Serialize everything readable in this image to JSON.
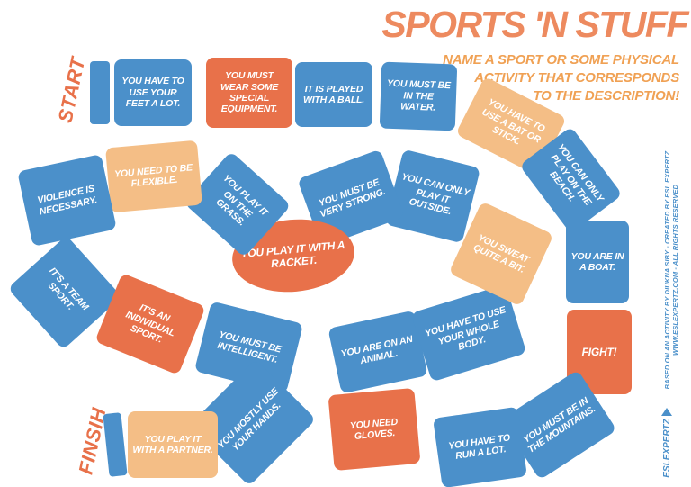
{
  "header": {
    "title": "SPORTS 'N STUFF",
    "subtitle": "NAME A SPORT OR SOME PHYSICAL\nACTIVITY THAT CORRESPONDS\nTO THE DESCRIPTION!"
  },
  "board": {
    "start_label": "START",
    "finish_label": "FINSIH",
    "tiles": [
      {
        "label": "YOU HAVE TO USE YOUR FEET A LOT.",
        "color": "blue"
      },
      {
        "label": "YOU MUST WEAR SOME SPECIAL EQUIPMENT.",
        "color": "orange"
      },
      {
        "label": "IT IS PLAYED WITH A BALL.",
        "color": "blue"
      },
      {
        "label": "YOU MUST BE IN THE WATER.",
        "color": "blue"
      },
      {
        "label": "YOU HAVE TO USE A BAT OR STICK.",
        "color": "peach"
      },
      {
        "label": "YOU CAN ONLY PLAY ON THE BEACH.",
        "color": "blue"
      },
      {
        "label": "YOU ARE IN A BOAT.",
        "color": "blue"
      },
      {
        "label": "FIGHT!",
        "color": "orange"
      },
      {
        "label": "YOU MUST BE IN THE MOUNTAINS.",
        "color": "blue"
      },
      {
        "label": "YOU HAVE TO RUN A LOT.",
        "color": "blue"
      },
      {
        "label": "YOU NEED GLOVES.",
        "color": "orange"
      },
      {
        "label": "YOU ARE ON AN ANIMAL.",
        "color": "blue"
      },
      {
        "label": "YOU HAVE TO USE YOUR WHOLE BODY.",
        "color": "blue"
      },
      {
        "label": "YOU SWEAT QUITE A BIT.",
        "color": "peach"
      },
      {
        "label": "YOU CAN ONLY PLAY IT OUTSIDE.",
        "color": "blue"
      },
      {
        "label": "YOU MUST BE VERY STRONG.",
        "color": "blue"
      },
      {
        "label": "YOU PLAY IT WITH A RACKET.",
        "color": "orange"
      },
      {
        "label": "YOU PLAY IT ON THE GRASS.",
        "color": "blue"
      },
      {
        "label": "YOU NEED TO BE FLEXIBLE.",
        "color": "peach"
      },
      {
        "label": "VIOLENCE IS NECESSARY.",
        "color": "blue"
      },
      {
        "label": "IT'S A TEAM SPORT.",
        "color": "blue"
      },
      {
        "label": "IT'S AN INDIVIDUAL SPORT.",
        "color": "orange"
      },
      {
        "label": "YOU MUST BE INTELLIGENT.",
        "color": "blue"
      },
      {
        "label": "YOU MOSTLY USE YOUR HANDS.",
        "color": "blue"
      },
      {
        "label": "YOU PLAY IT WITH A PARTNER.",
        "color": "peach"
      }
    ]
  },
  "credits": {
    "line1": "BASED ON AN ACTIVITY BY DIUKNA SIBY - CREATED BY ESL EXPERTZ",
    "line2": "WWW.ESLEXPERTZ.COM - ALL RIGHTS RESERVED",
    "logo_text": "ESLEXPERTZ"
  },
  "colors": {
    "blue": "#4B90CA",
    "orange": "#E8714A",
    "peach": "#F4BE86",
    "title": "#ED8A5F",
    "subtitle": "#F0A154",
    "label": "#E8714A",
    "credit": "#4B90CA"
  }
}
